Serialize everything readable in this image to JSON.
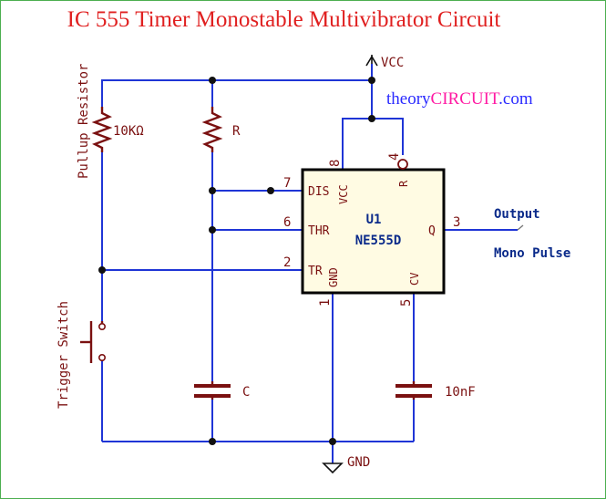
{
  "title": "IC 555 Timer Monostable Multivibrator  Circuit",
  "brand": {
    "prefix": "theory",
    "highlight": "CIRCUIT",
    "suffix": ".com"
  },
  "power": {
    "vcc": "VCC",
    "gnd": "GND"
  },
  "resistors": {
    "pullup_value": "10KΩ",
    "pullup_label": "Pullup Resistor",
    "timing": "R"
  },
  "capacitors": {
    "timing": "C",
    "control": "10nF"
  },
  "switch": {
    "label": "Trigger Switch"
  },
  "ic": {
    "ref": "U1",
    "part": "NE555D",
    "pins": {
      "dis": "DIS",
      "thr": "THR",
      "tr": "TR",
      "q": "Q",
      "vcc": "VCC",
      "r": "R",
      "gnd": "GND",
      "cv": "CV",
      "n7": "7",
      "n6": "6",
      "n2": "2",
      "n3": "3",
      "n8": "8",
      "n4": "4",
      "n1": "1",
      "n5": "5"
    }
  },
  "output": {
    "label": "Output",
    "sublabel": "Mono Pulse"
  },
  "colors": {
    "wire": "#1f35d6",
    "component": "#7a1010",
    "title": "#e02020",
    "label": "#0a2a8a"
  }
}
